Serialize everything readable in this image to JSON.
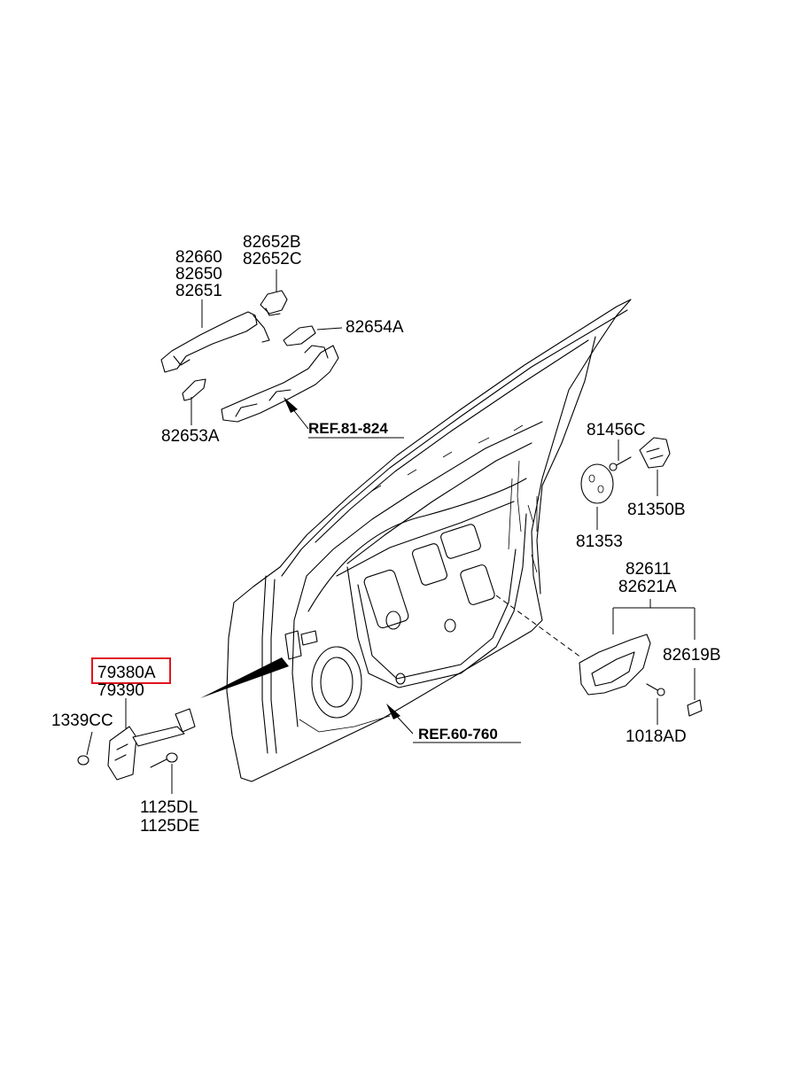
{
  "labels": {
    "l82660": "82660",
    "l82650": "82650",
    "l82651": "82651",
    "l82652B": "82652B",
    "l82652C": "82652C",
    "l82654A": "82654A",
    "l82653A": "82653A",
    "ref81": "REF.81-824",
    "l81456C": "81456C",
    "l81350B": "81350B",
    "l81353": "81353",
    "l82611": "82611",
    "l82621A": "82621A",
    "l82619B": "82619B",
    "l1018AD": "1018AD",
    "l79380A": "79380A",
    "l79390": "79390",
    "l1339CC": "1339CC",
    "l1125DL": "1125DL",
    "l1125DE": "1125DE",
    "ref60": "REF.60-760"
  },
  "highlight": {
    "part": "79380A",
    "color": "#e0141e"
  }
}
